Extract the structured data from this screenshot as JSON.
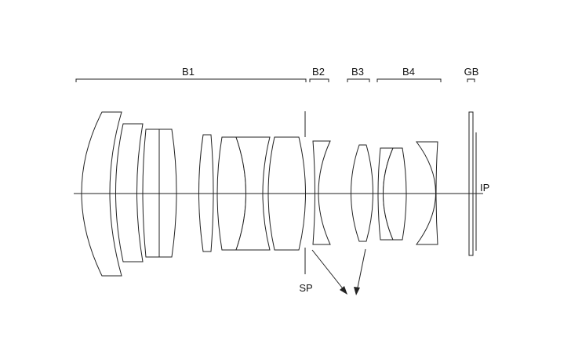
{
  "groups": {
    "b1": "B1",
    "b2": "B2",
    "b3": "B3",
    "b4": "B4",
    "gb": "GB"
  },
  "labels": {
    "stop": "SP",
    "image_plane": "IP"
  }
}
